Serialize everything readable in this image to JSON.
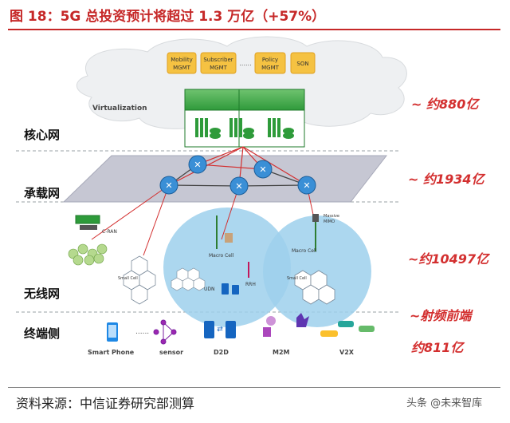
{
  "title": "图 18：5G 总投资预计将超过 1.3 万亿（+57%）",
  "footer": "资料来源：中信证券研究部测算",
  "watermark": "头条 @未来智库",
  "layers": {
    "core": "核心网",
    "transport": "承载网",
    "wireless": "无线网",
    "terminal": "终端侧"
  },
  "investments": {
    "core": "~ 约880亿",
    "transport": "~ 约1934亿",
    "wireless": "~约10497亿",
    "terminal_a": "~射频前端",
    "terminal_b": "约811亿"
  },
  "core_boxes": {
    "mobility": [
      "Mobility",
      "MGMT"
    ],
    "subscriber": [
      "Subscriber",
      "MGMT"
    ],
    "dots": "......",
    "policy": [
      "Policy",
      "MGMT"
    ],
    "son": "SON",
    "virtualization": "Virtualization"
  },
  "radio_labels": {
    "cran": "C-RAN",
    "macro_cell_1": "Macro Cell",
    "macro_cell_2": "Macro Cell",
    "small_cell": "Small Cell",
    "udn": "UDN",
    "rrh": "RRH",
    "massive_mimo": [
      "Massive",
      "MIMO"
    ]
  },
  "terminal_labels": {
    "smartphone": "Smart Phone",
    "dots": "......",
    "sensor": "sensor",
    "d2d": "D2D",
    "m2m": "M2M",
    "v2x": "V2X"
  },
  "colors": {
    "accent_red": "#d32f2f",
    "cloud": "#eef0f2",
    "core_green": "#2e9b3a",
    "transport_band": "#c6c7d3",
    "radio_blue": "#9dd0ec",
    "dash_line": "#9aa0a6"
  }
}
